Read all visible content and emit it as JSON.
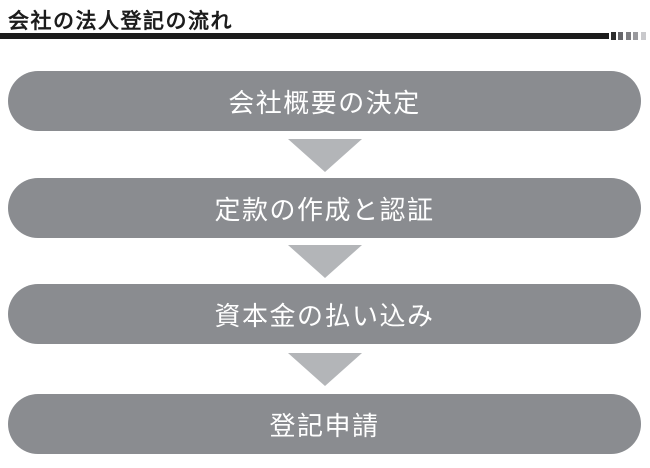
{
  "title": "会社の法人登記の流れ",
  "steps": [
    {
      "label": "会社概要の決定"
    },
    {
      "label": "定款の作成と認証"
    },
    {
      "label": "資本金の払い込み"
    },
    {
      "label": "登記申請"
    }
  ],
  "theme": {
    "background": "#ffffff",
    "title_color": "#1c1c1c",
    "rule_color": "#1c1c1c",
    "bar_color": "#8a8c90",
    "bar_text_color": "#ffffff",
    "arrow_color": "#b3b5b8"
  },
  "decor_squares": [
    "#2e2e2e",
    "#66666a",
    "#7d7d81",
    "#99999d",
    "#c9c9cc"
  ]
}
